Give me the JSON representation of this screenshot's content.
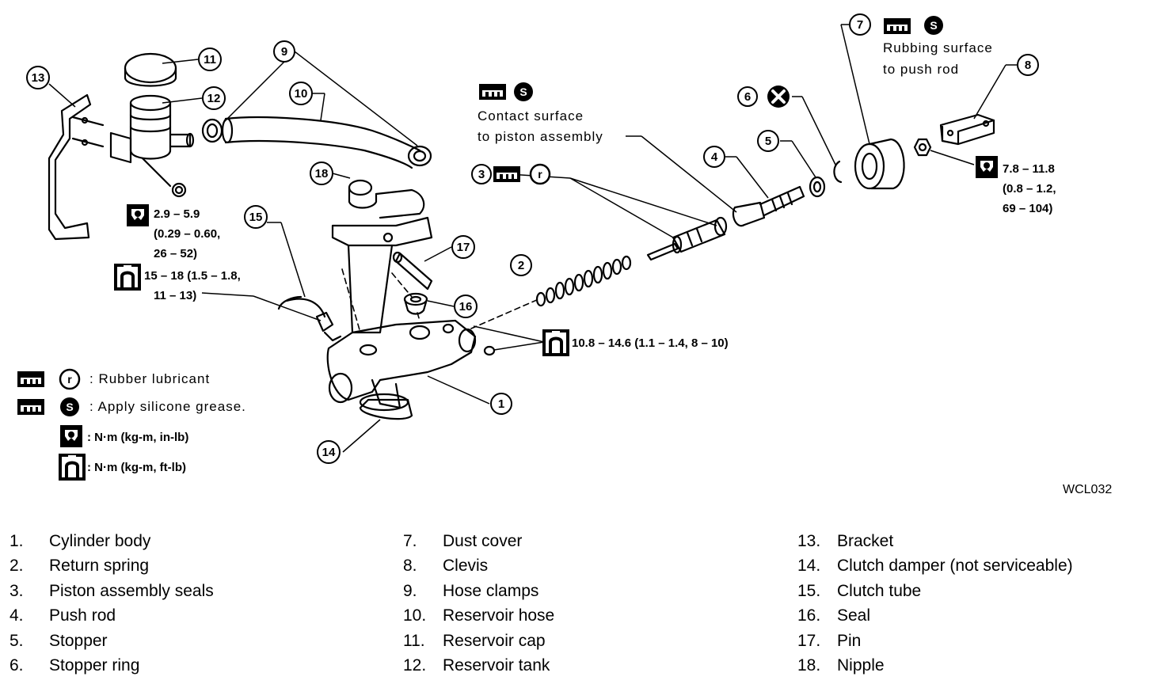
{
  "figure_code": "WCL032",
  "callouts": [
    "1",
    "2",
    "3",
    "4",
    "5",
    "6",
    "7",
    "8",
    "9",
    "10",
    "11",
    "12",
    "13",
    "14",
    "15",
    "16",
    "17",
    "18"
  ],
  "notes": {
    "contact_1": "Contact surface",
    "contact_2": "to piston assembly",
    "rubbing_1": "Rubbing surface",
    "rubbing_2": "to push rod"
  },
  "torques": {
    "t12_1": "2.9 – 5.9",
    "t12_2": "(0.29 – 0.60,",
    "t12_3": "26 – 52)",
    "t15_1": "15 – 18 (1.5 – 1.8,",
    "t15_2": "11 – 13)",
    "t1": "10.8 – 14.6 (1.1 – 1.4, 8 – 10)",
    "t8_1": "7.8 – 11.8",
    "t8_2": "(0.8 – 1.2,",
    "t8_3": "69 – 104)"
  },
  "symbols": {
    "rubber": "r",
    "silicone": "S"
  },
  "key": {
    "rubber": ": Rubber lubricant",
    "silicone": ": Apply silicone grease.",
    "torque_in": ": N·m (kg-m, in-lb)",
    "torque_ft": ": N·m (kg-m, ft-lb)"
  },
  "parts": [
    {
      "num": "1.",
      "name": "Cylinder body"
    },
    {
      "num": "2.",
      "name": "Return spring"
    },
    {
      "num": "3.",
      "name": "Piston assembly seals"
    },
    {
      "num": "4.",
      "name": "Push rod"
    },
    {
      "num": "5.",
      "name": "Stopper"
    },
    {
      "num": "6.",
      "name": "Stopper ring"
    },
    {
      "num": "7.",
      "name": "Dust cover"
    },
    {
      "num": "8.",
      "name": "Clevis"
    },
    {
      "num": "9.",
      "name": "Hose clamps"
    },
    {
      "num": "10.",
      "name": "Reservoir hose"
    },
    {
      "num": "11.",
      "name": "Reservoir cap"
    },
    {
      "num": "12.",
      "name": "Reservoir tank"
    },
    {
      "num": "13.",
      "name": "Bracket"
    },
    {
      "num": "14.",
      "name": "Clutch damper (not serviceable)"
    },
    {
      "num": "15.",
      "name": "Clutch tube"
    },
    {
      "num": "16.",
      "name": "Seal"
    },
    {
      "num": "17.",
      "name": "Pin"
    },
    {
      "num": "18.",
      "name": "Nipple"
    }
  ]
}
